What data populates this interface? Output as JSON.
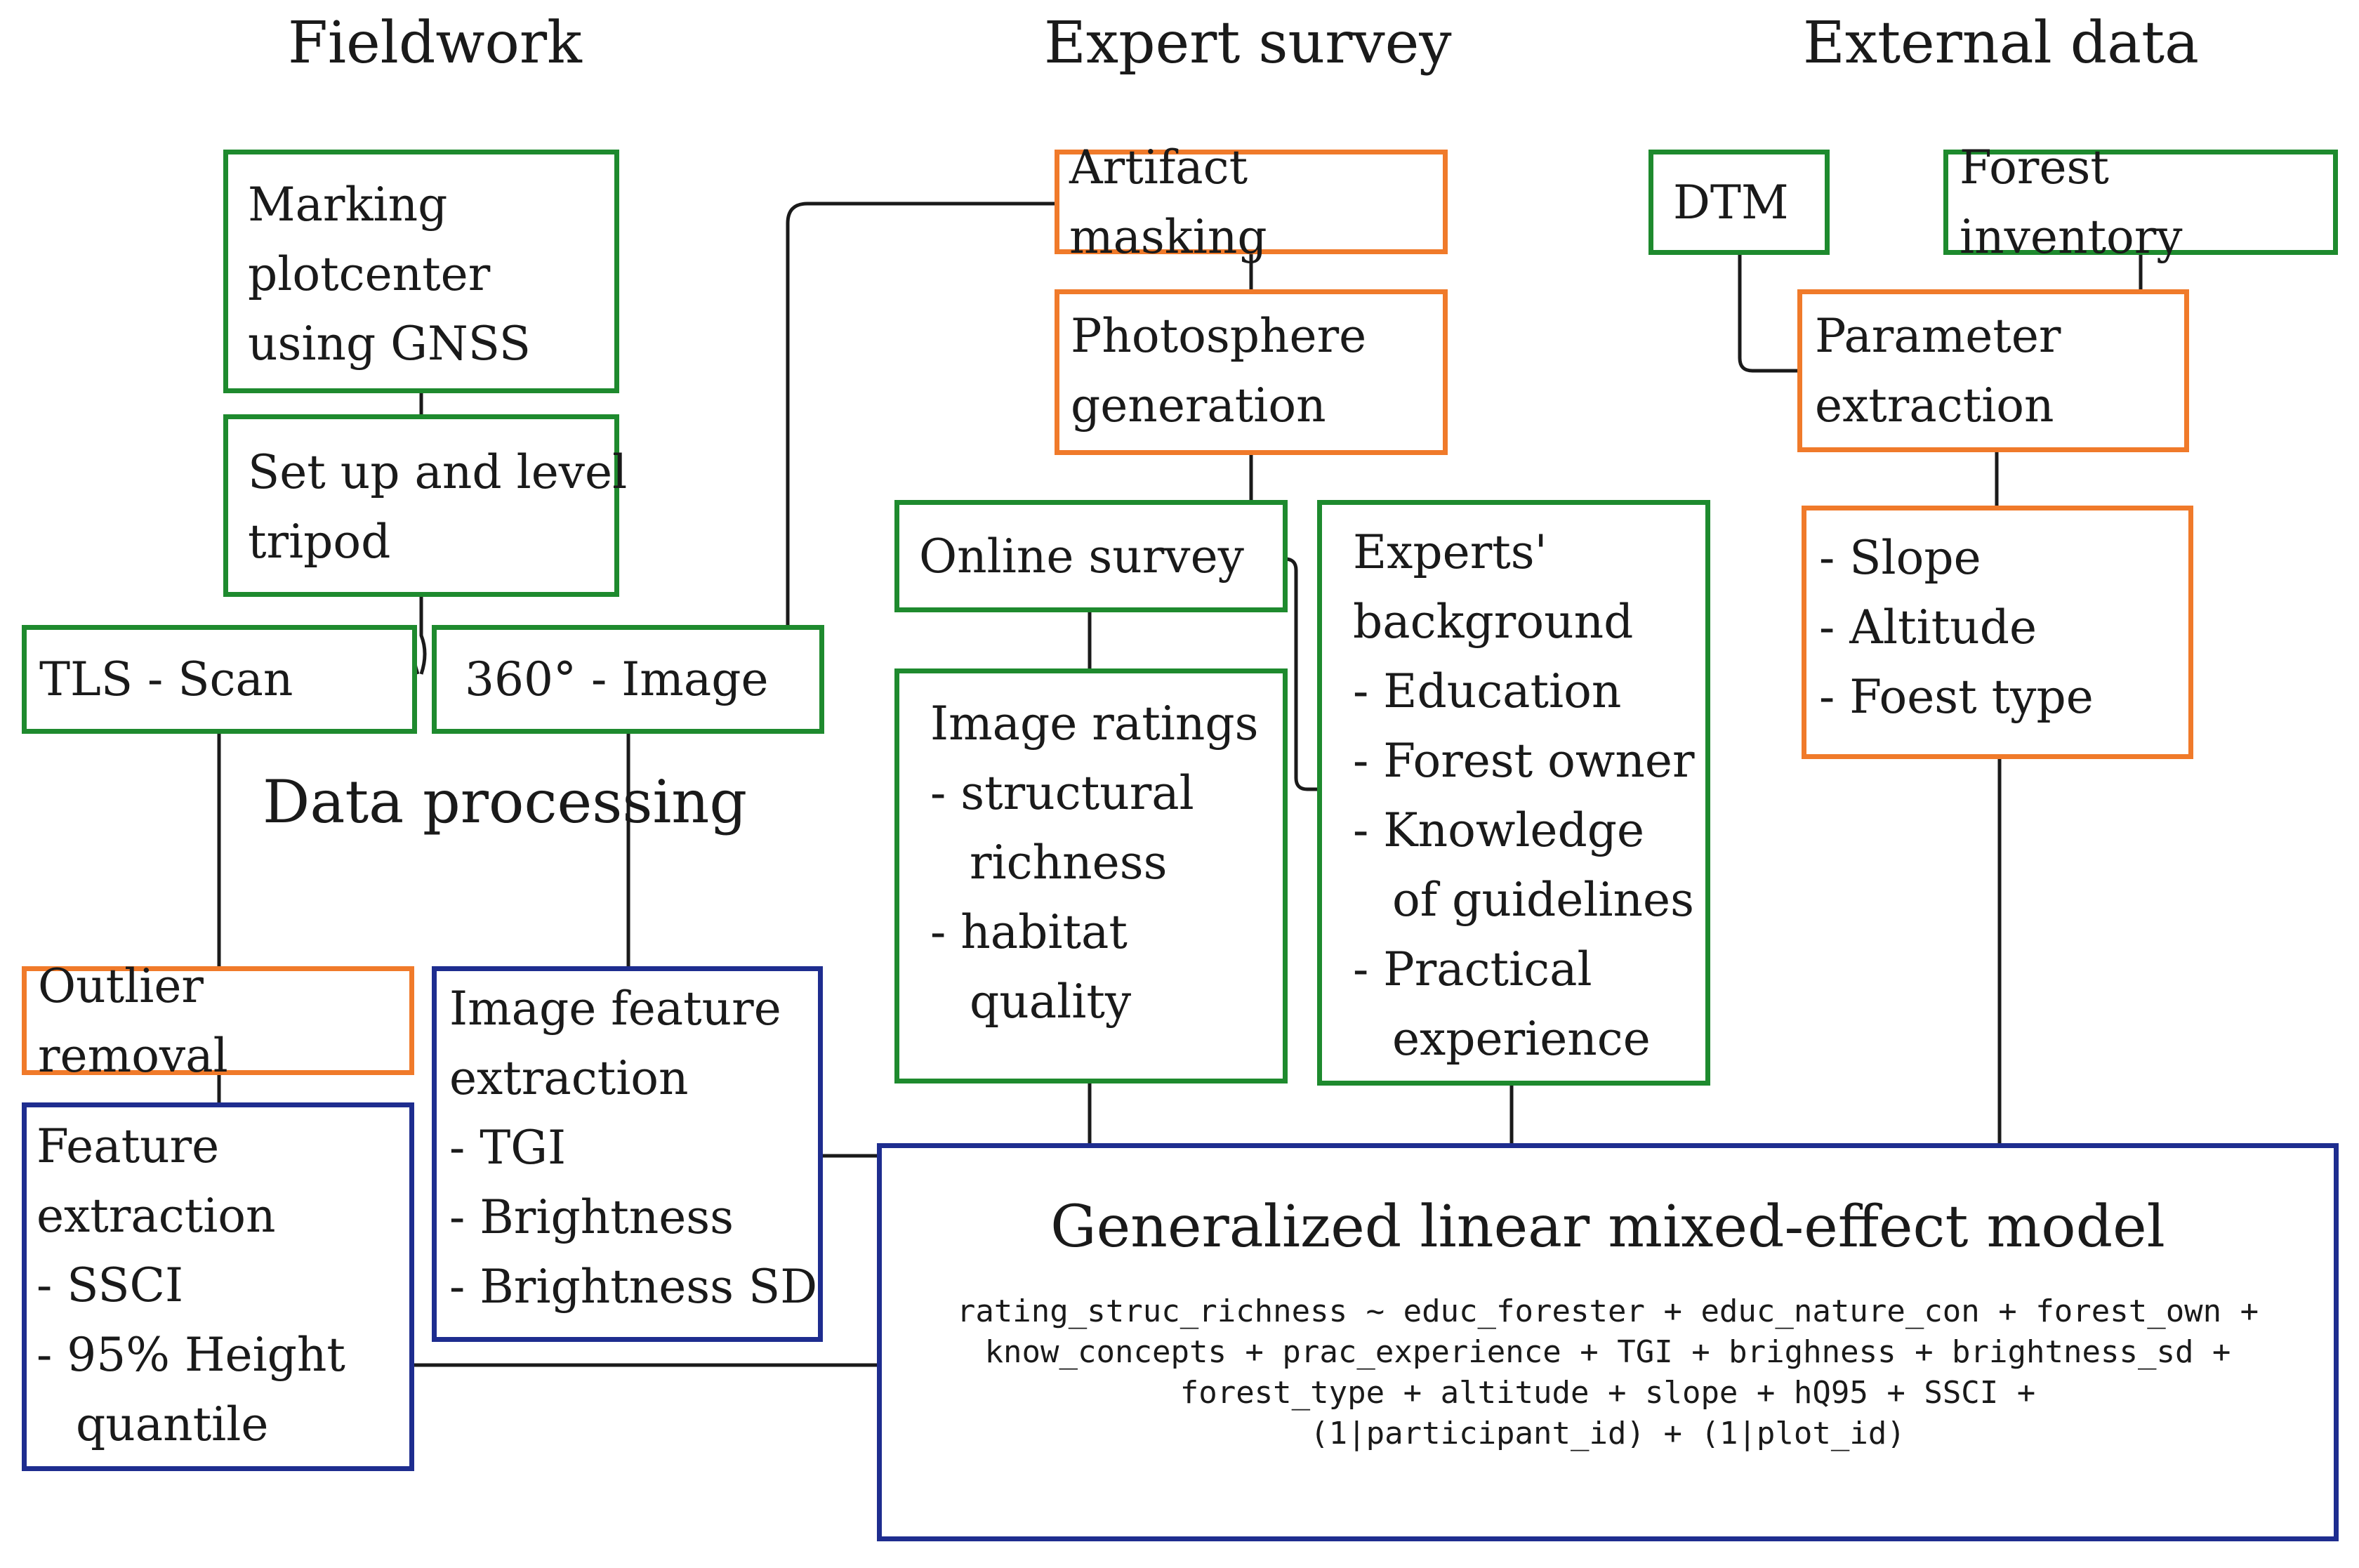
{
  "headers": {
    "fieldwork": "Fieldwork",
    "expert_survey": "Expert survey",
    "external_data": "External data"
  },
  "data_processing": [
    "Data",
    "processing"
  ],
  "fieldwork": {
    "marking": [
      "Marking",
      "plotcenter",
      "using GNSS"
    ],
    "tripod": [
      "Set up and level",
      "tripod"
    ],
    "tls_scan": "TLS - Scan",
    "image_360": "360° - Image",
    "outlier_removal": "Outlier removal",
    "feature_extraction": [
      "Feature",
      "extraction",
      "- SSCI",
      "- 95% Height",
      "quantile"
    ],
    "image_feature_extraction": [
      "Image feature",
      "extraction",
      "- TGI",
      "- Brightness",
      "- Brightness SD"
    ]
  },
  "expert_survey": {
    "artifact_masking": "Artifact masking",
    "photosphere": [
      "Photosphere",
      "generation"
    ],
    "online_survey": "Online survey",
    "image_ratings": [
      "Image ratings",
      "- structural",
      "richness",
      "- habitat",
      "quality"
    ],
    "experts_background": [
      "Experts'",
      "background",
      "- Education",
      "- Forest owner",
      "- Knowledge",
      "of guidelines",
      "- Practical",
      "experience"
    ]
  },
  "external_data": {
    "dtm": "DTM",
    "forest_inventory": "Forest inventory",
    "parameter_extraction": [
      "Parameter",
      "extraction"
    ],
    "parameters": [
      "- Slope",
      "- Altitude",
      "- Foest type"
    ]
  },
  "model": {
    "title": "Generalized linear mixed-effect model",
    "formula": [
      "rating_struc_richness ~ educ_forester + educ_nature_con + forest_own +",
      "know_concepts + prac_experience + TGI + brighness + brightness_sd +",
      "forest_type + altitude + slope + hQ95 + SSCI +",
      "(1|participant_id) + (1|plot_id)"
    ]
  },
  "colors": {
    "data_collection_border": "#1e8a2e",
    "processing_border": "#f07a2a",
    "analysis_border": "#1e2d8f",
    "connector": "#1a1a1a"
  }
}
